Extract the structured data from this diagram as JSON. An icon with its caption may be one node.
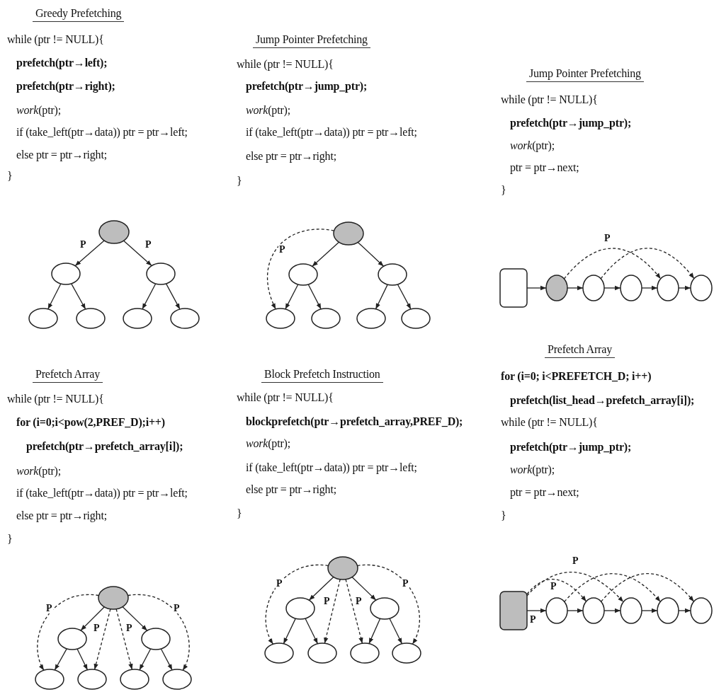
{
  "diagram": {
    "nodes": [
      {
        "text": [],
        "shape": "circle"
      },
      {
        "text": [],
        "shape": "circle"
      },
      {
        "text": [],
        "shape": "circle"
      },
      {
        "text": [],
        "shape": "circle"
      },
      {
        "text": [],
        "shape": "circle"
      },
      {
        "text": [],
        "shape": "circle"
      },
      {
        "text": [],
        "shape": "circle"
      },
      {
        "text": [],
        "shape": "circle"
      },
      {
        "text": [],
        "shape": "circle"
      },
      {
        "text": [],
        "shape": "circle"
      },
      {
        "text": [],
        "shape": "circle"
      },
      {
        "text": [],
        "shape": "circle"
      },
      {
        "text": [],
        "shape": "circle"
      },
      {
        "text": [],
        "shape": "circle"
      },
      {
        "text": [],
        "shape": "box"
      },
      {
        "text": [],
        "shape": "circle"
      },
      {
        "text": [],
        "shape": "circle"
      },
      {
        "text": [],
        "shape": "circle"
      },
      {
        "text": [],
        "shape": "circle"
      },
      {
        "text": [],
        "shape": "circle"
      },
      {
        "text": [],
        "shape": "circle"
      },
      {
        "text": [],
        "shape": "circle"
      },
      {
        "text": [],
        "shape": "circle"
      },
      {
        "text": [],
        "shape": "circle"
      },
      {
        "text": [],
        "shape": "circle"
      },
      {
        "text": [],
        "shape": "circle"
      },
      {
        "text": [],
        "shape": "circle"
      },
      {
        "text": [],
        "shape": "circle"
      },
      {
        "text": [],
        "shape": "circle"
      },
      {
        "text": [],
        "shape": "circle"
      },
      {
        "text": [],
        "shape": "circle"
      },
      {
        "text": [],
        "shape": "circle"
      },
      {
        "text": [],
        "shape": "circle"
      },
      {
        "text": [],
        "shape": "circle"
      },
      {
        "text": [],
        "shape": "box"
      },
      {
        "text": [],
        "shape": "circle"
      },
      {
        "text": [],
        "shape": "circle"
      },
      {
        "text": [],
        "shape": "circle"
      },
      {
        "text": [],
        "shape": "circle"
      },
      {
        "text": [],
        "shape": "circle"
      }
    ],
    "edges": [
      {
        "from": 0,
        "to": 1,
        "arrow": "to",
        "label": "P"
      },
      {
        "from": 0,
        "to": 2,
        "arrow": "to",
        "label": "P"
      },
      {
        "from": 1,
        "to": 3,
        "arrow": "to"
      },
      {
        "from": 1,
        "to": 4,
        "arrow": "to"
      },
      {
        "from": 2,
        "to": 5,
        "arrow": "to"
      },
      {
        "from": 2,
        "to": 6,
        "arrow": "to"
      },
      {
        "from": 7,
        "to": 8,
        "arrow": "to"
      },
      {
        "from": 7,
        "to": 9,
        "arrow": "to"
      },
      {
        "from": 8,
        "to": 10,
        "arrow": "to"
      },
      {
        "from": 8,
        "to": 11,
        "arrow": "to"
      },
      {
        "from": 9,
        "to": 12,
        "arrow": "to"
      },
      {
        "from": 9,
        "to": 13,
        "arrow": "to"
      },
      {
        "from": 7,
        "to": 10,
        "arrow": "to",
        "style": "dashed",
        "label": "P"
      },
      {
        "from": 14,
        "to": 15,
        "arrow": "to"
      },
      {
        "from": 15,
        "to": 16,
        "arrow": "to"
      },
      {
        "from": 16,
        "to": 17,
        "arrow": "to"
      },
      {
        "from": 17,
        "to": 18,
        "arrow": "to"
      },
      {
        "from": 18,
        "to": 19,
        "arrow": "to"
      },
      {
        "from": 15,
        "to": 18,
        "arrow": "to",
        "style": "dashed",
        "label": "P"
      },
      {
        "from": 16,
        "to": 19,
        "arrow": "to",
        "style": "dashed"
      },
      {
        "from": 20,
        "to": 21,
        "arrow": "to"
      },
      {
        "from": 20,
        "to": 22,
        "arrow": "to"
      },
      {
        "from": 21,
        "to": 23,
        "arrow": "to"
      },
      {
        "from": 21,
        "to": 24,
        "arrow": "to"
      },
      {
        "from": 22,
        "to": 25,
        "arrow": "to"
      },
      {
        "from": 22,
        "to": 26,
        "arrow": "to"
      },
      {
        "from": 20,
        "to": 23,
        "arrow": "to",
        "style": "dashed",
        "label": "P"
      },
      {
        "from": 20,
        "to": 24,
        "arrow": "to",
        "style": "dashed",
        "label": "P"
      },
      {
        "from": 20,
        "to": 25,
        "arrow": "to",
        "style": "dashed",
        "label": "P"
      },
      {
        "from": 20,
        "to": 26,
        "arrow": "to",
        "style": "dashed",
        "label": "P"
      },
      {
        "from": 27,
        "to": 28,
        "arrow": "to"
      },
      {
        "from": 27,
        "to": 29,
        "arrow": "to"
      },
      {
        "from": 28,
        "to": 30,
        "arrow": "to"
      },
      {
        "from": 28,
        "to": 31,
        "arrow": "to"
      },
      {
        "from": 29,
        "to": 32,
        "arrow": "to"
      },
      {
        "from": 29,
        "to": 33,
        "arrow": "to"
      },
      {
        "from": 27,
        "to": 30,
        "arrow": "to",
        "style": "dashed",
        "label": "P"
      },
      {
        "from": 27,
        "to": 31,
        "arrow": "to",
        "style": "dashed",
        "label": "P"
      },
      {
        "from": 27,
        "to": 32,
        "arrow": "to",
        "style": "dashed",
        "label": "P"
      },
      {
        "from": 27,
        "to": 33,
        "arrow": "to",
        "style": "dashed",
        "label": "P"
      },
      {
        "from": 34,
        "to": 35,
        "arrow": "to",
        "label": "P"
      },
      {
        "from": 35,
        "to": 36,
        "arrow": "to"
      },
      {
        "from": 36,
        "to": 37,
        "arrow": "to"
      },
      {
        "from": 37,
        "to": 38,
        "arrow": "to"
      },
      {
        "from": 38,
        "to": 39,
        "arrow": "to"
      },
      {
        "from": 34,
        "to": 36,
        "arrow": "to",
        "style": "dashed",
        "label": "P"
      },
      {
        "from": 34,
        "to": 37,
        "arrow": "to",
        "style": "dashed",
        "label": "P"
      },
      {
        "from": 35,
        "to": 38,
        "arrow": "to",
        "style": "dashed"
      },
      {
        "from": 36,
        "to": 39,
        "arrow": "to",
        "style": "dashed"
      }
    ],
    "labels": [
      "Greedy Prefetching",
      "while (ptr != NULL){",
      "prefetch(ptr→left);",
      "prefetch(ptr→right);",
      "*work*(ptr);",
      "if (take_left(ptr→data)) ptr = ptr→left;",
      "else ptr = ptr→right;",
      "}",
      "Jump Pointer Prefetching",
      "while (ptr != NULL){",
      "prefetch(ptr→jump_ptr);",
      "*work*(ptr);",
      "if (take_left(ptr→data)) ptr = ptr→left;",
      "else ptr = ptr→right;",
      "}",
      "Jump Pointer Prefetching",
      "while (ptr != NULL){",
      "prefetch(ptr→jump_ptr);",
      "*work*(ptr);",
      "ptr = ptr→next;",
      "}",
      "Prefetch Array",
      "while (ptr != NULL){",
      "for (i=0;i<pow(2,PREF_D);i++)",
      "prefetch(ptr→prefetch_array[i]);",
      "*work*(ptr);",
      "if (take_left(ptr→data)) ptr = ptr→left;",
      "else ptr = ptr→right;",
      "}",
      "Block Prefetch Instruction",
      "while (ptr != NULL){",
      "blockprefetch(ptr→prefetch_array,PREF_D);",
      "*work*(ptr);",
      "if (take_left(ptr→data)) ptr = ptr→left;",
      "else ptr = ptr→right;",
      "}",
      "Prefetch Array",
      "for (i=0; i<PREFETCH_D; i++)",
      "prefetch(list_head→prefetch_array[i]);",
      "while (ptr != NULL){",
      "prefetch(ptr→jump_ptr);",
      "*work*(ptr);",
      "ptr = ptr→next;",
      "}"
    ]
  }
}
